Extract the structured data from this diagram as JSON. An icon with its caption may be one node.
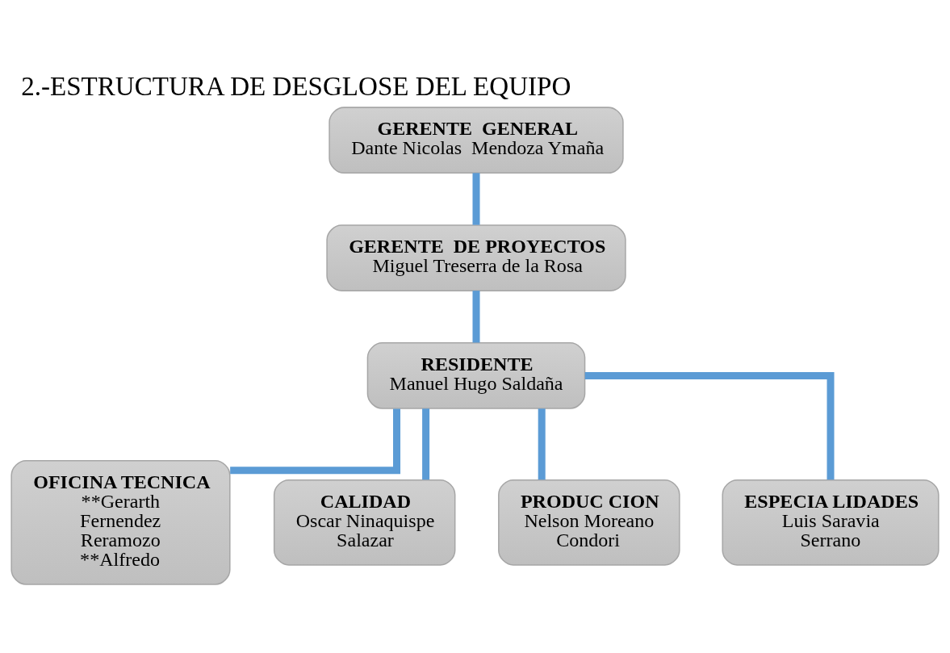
{
  "diagram": {
    "title": "2.-ESTRUCTURA DE DESGLOSE DEL EQUIPO",
    "nodes": [
      {
        "text": [
          "GERENTE  GENERAL",
          "Dante Nicolas  Mendoza Ymaña"
        ]
      },
      {
        "text": [
          "GERENTE  DE PROYECTOS",
          "Miguel Treserra de la Rosa"
        ]
      },
      {
        "text": [
          "RESIDENTE",
          "Manuel Hugo Saldaña"
        ]
      },
      {
        "text": [
          "OFICINA TECNICA",
          "**Gerarth Fernendez Reramozo **Alfredo"
        ]
      },
      {
        "text": [
          "CALIDAD",
          "Oscar Ninaquispe Salazar"
        ]
      },
      {
        "text": [
          "PRODUC CION",
          "Nelson Moreano Condori"
        ]
      },
      {
        "text": [
          "ESPECIA LIDADES",
          "Luis Saravia Serrano"
        ]
      }
    ],
    "edges": [
      {
        "from": 0,
        "to": 1,
        "arrow": "none"
      },
      {
        "from": 1,
        "to": 2,
        "arrow": "none"
      },
      {
        "from": 2,
        "to": 3,
        "arrow": "none"
      },
      {
        "from": 2,
        "to": 4,
        "arrow": "none"
      },
      {
        "from": 2,
        "to": 5,
        "arrow": "none"
      },
      {
        "from": 2,
        "to": 6,
        "arrow": "none"
      }
    ]
  }
}
